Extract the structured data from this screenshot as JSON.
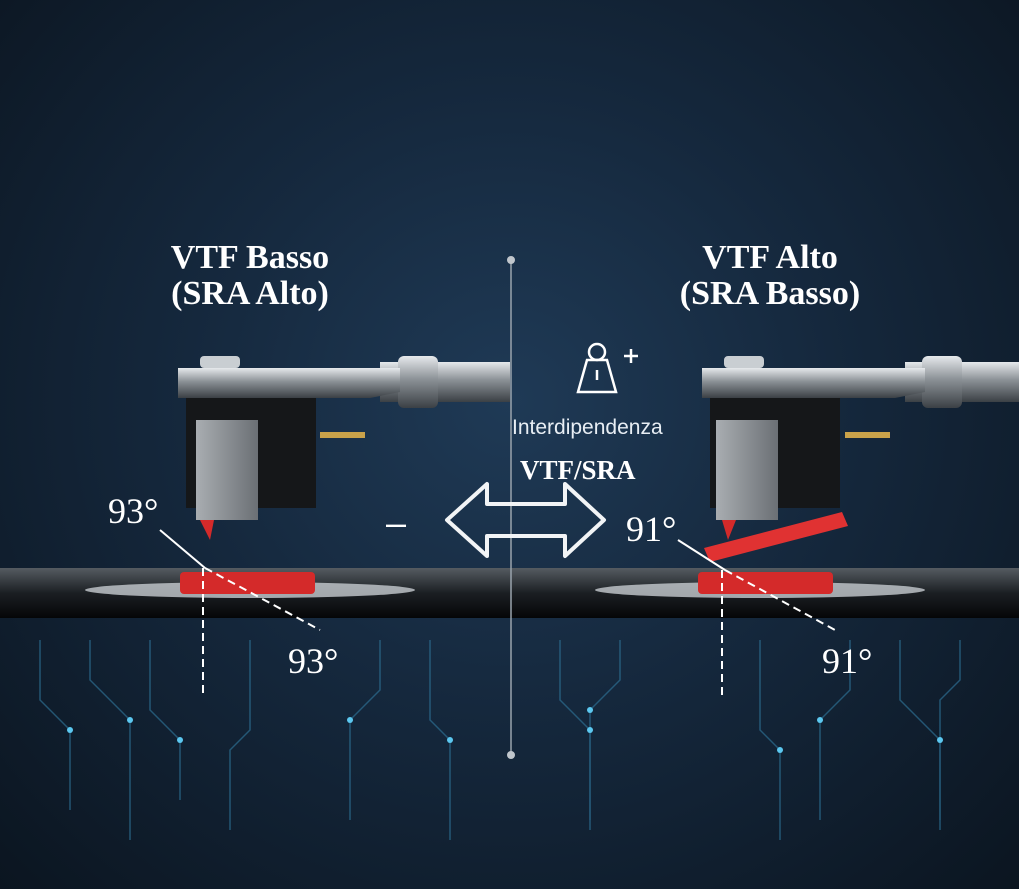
{
  "left_panel": {
    "title_line1": "VTF Basso",
    "title_line2": "(SRA Alto)",
    "angle_top": "93°",
    "angle_bottom": "93°"
  },
  "right_panel": {
    "title_line1": "VTF Alto",
    "title_line2": "(SRA Basso)",
    "angle_top": "91°",
    "angle_bottom": "91°"
  },
  "center": {
    "icon": "weight-plus-icon",
    "label_line1": "Interdipendenza",
    "label_line2": "VTF/SRA",
    "minus_sign": "–",
    "arrow_icon": "double-arrow-icon"
  },
  "colors": {
    "accent_red": "#d42a2a",
    "background": "#15283d",
    "circuit": "#3fa9d8"
  }
}
